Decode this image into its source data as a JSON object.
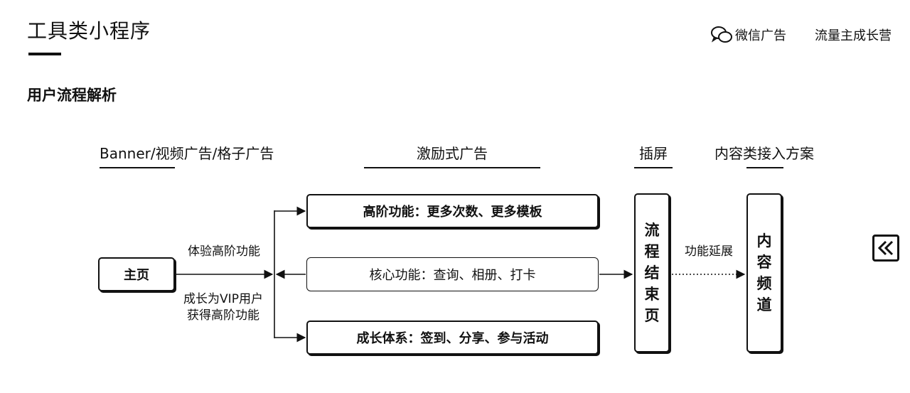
{
  "header": {
    "title": "工具类小程序",
    "subtitle": "用户流程解析",
    "brand_wechat": "微信广告",
    "brand_slogan": "流量主成长营"
  },
  "columns": [
    "Banner/视频广告/格子广告",
    "激励式广告",
    "插屏",
    "内容类接入方案"
  ],
  "nodes": {
    "home": "主页",
    "advanced": "高阶功能：更多次数、更多模板",
    "core": "核心功能：查询、相册、打卡",
    "growth": "成长体系：签到、分享、参与活动",
    "end_page": "流程结束页",
    "content_channel": "内容频道"
  },
  "edges": {
    "try_advanced": "体验高阶功能",
    "vip_line1": "成长为VIP用户",
    "vip_line2": "获得高阶功能",
    "extend": "功能延展"
  },
  "icons": {
    "wechat": "wechat-bubbles-icon",
    "collapse": "double-chevron-left-icon"
  }
}
